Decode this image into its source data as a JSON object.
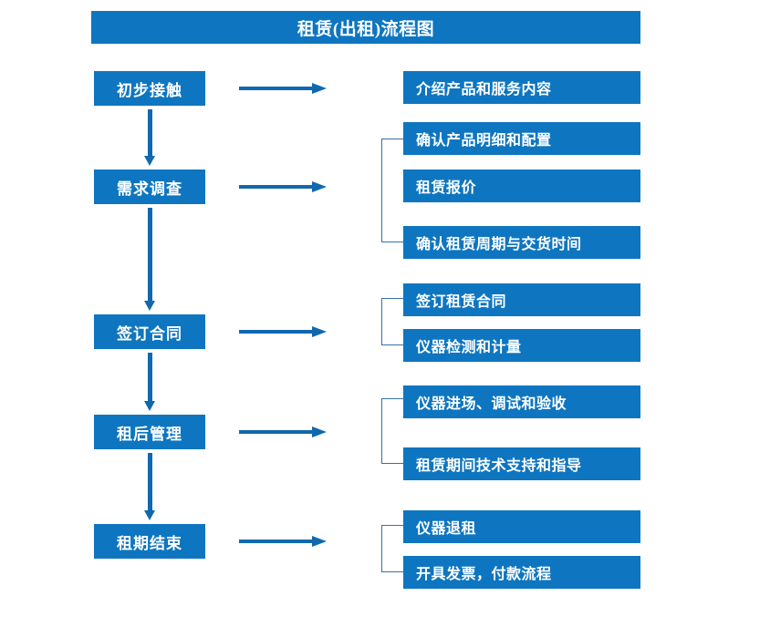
{
  "title": "租赁(出租)流程图",
  "colors": {
    "box_fill": "#0E76C0",
    "box_text": "#FFFFFF",
    "arrow": "#1068AE",
    "bracket": "#3A6FA8",
    "background": "#FFFFFF"
  },
  "stages": [
    {
      "label": "初步接触"
    },
    {
      "label": "需求调查"
    },
    {
      "label": "签订合同"
    },
    {
      "label": "租后管理"
    },
    {
      "label": "租期结束"
    }
  ],
  "details": [
    {
      "label": "介绍产品和服务内容"
    },
    {
      "label": "确认产品明细和配置"
    },
    {
      "label": "租赁报价"
    },
    {
      "label": "确认租赁周期与交货时间"
    },
    {
      "label": "签订租赁合同"
    },
    {
      "label": "仪器检测和计量"
    },
    {
      "label": "仪器进场、调试和验收"
    },
    {
      "label": "租赁期间技术支持和指导"
    },
    {
      "label": "仪器退租"
    },
    {
      "label": "开具发票，付款流程"
    }
  ],
  "groups": [
    {
      "stage": "初步接触",
      "items": [
        "介绍产品和服务内容"
      ],
      "bracketed": false
    },
    {
      "stage": "需求调查",
      "items": [
        "确认产品明细和配置",
        "租赁报价",
        "确认租赁周期与交货时间"
      ],
      "bracketed": true
    },
    {
      "stage": "签订合同",
      "items": [
        "签订租赁合同",
        "仪器检测和计量"
      ],
      "bracketed": true
    },
    {
      "stage": "租后管理",
      "items": [
        "仪器进场、调试和验收",
        "租赁期间技术支持和指导"
      ],
      "bracketed": true
    },
    {
      "stage": "租期结束",
      "items": [
        "仪器退租",
        "开具发票，付款流程"
      ],
      "bracketed": true
    }
  ]
}
